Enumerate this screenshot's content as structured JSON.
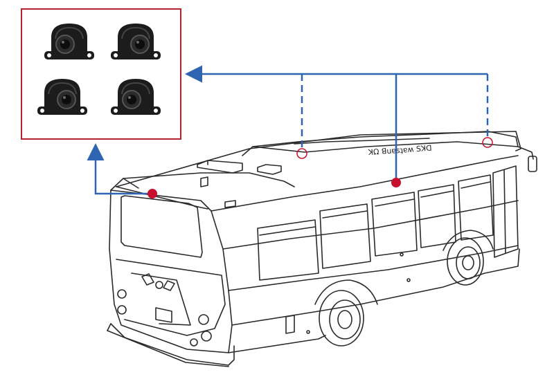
{
  "colors": {
    "frame": "#b22330",
    "connector": "#2f64b3",
    "camera_marker": "#c8102e",
    "camera_body": "#1c1c1c",
    "bus_outline": "#2a2a2a"
  },
  "camera_panel": {
    "cameras": [
      {
        "name": "camera-1"
      },
      {
        "name": "camera-2"
      },
      {
        "name": "camera-3"
      },
      {
        "name": "camera-4"
      }
    ]
  },
  "bus": {
    "roof_lettering": "ꓘΩ ꓭuɐsʇɐʍ ꓢꓘꓷ"
  },
  "mount_points": [
    {
      "name": "rear-top-camera",
      "style": "filled"
    },
    {
      "name": "left-side-camera",
      "style": "filled"
    },
    {
      "name": "roof-rear-camera",
      "style": "hollow"
    },
    {
      "name": "roof-front-camera",
      "style": "hollow"
    }
  ]
}
